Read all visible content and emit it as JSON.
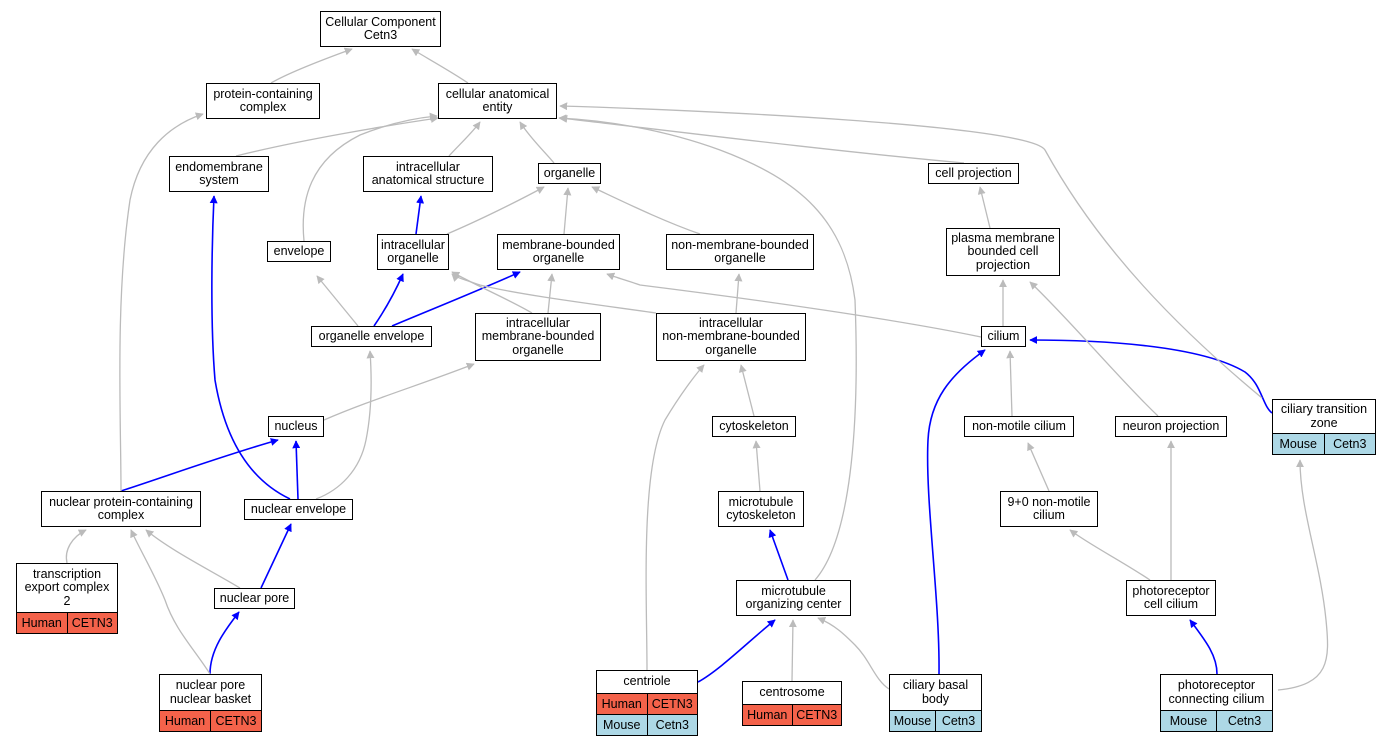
{
  "colors": {
    "direct_edge": "#0000ff",
    "isa_edge": "#bbbbbb",
    "human": "#f4624a",
    "mouse": "#add8e6"
  },
  "nodes": [
    {
      "id": "root",
      "label": "Cellular Component\nCetn3"
    },
    {
      "id": "pcc",
      "label": "protein-containing\ncomplex"
    },
    {
      "id": "cae",
      "label": "cellular anatomical\nentity"
    },
    {
      "id": "endo",
      "label": "endomembrane\nsystem"
    },
    {
      "id": "ias",
      "label": "intracellular\nanatomical structure"
    },
    {
      "id": "organelle",
      "label": "organelle"
    },
    {
      "id": "cellproj",
      "label": "cell projection"
    },
    {
      "id": "envelope",
      "label": "envelope"
    },
    {
      "id": "intorg",
      "label": "intracellular\norganelle"
    },
    {
      "id": "mbo",
      "label": "membrane-bounded\norganelle"
    },
    {
      "id": "nmbo",
      "label": "non-membrane-bounded\norganelle"
    },
    {
      "id": "pmbcp",
      "label": "plasma membrane\nbounded cell\nprojection"
    },
    {
      "id": "orgenv",
      "label": "organelle envelope"
    },
    {
      "id": "imbo",
      "label": "intracellular\nmembrane-bounded\norganelle"
    },
    {
      "id": "inmbo",
      "label": "intracellular\nnon-membrane-bounded\norganelle"
    },
    {
      "id": "cilium",
      "label": "cilium"
    },
    {
      "id": "ctz",
      "label": "ciliary transition\nzone",
      "annotations": [
        {
          "species": "Mouse",
          "gene": "Cetn3"
        }
      ]
    },
    {
      "id": "nucleus",
      "label": "nucleus"
    },
    {
      "id": "cytoskeleton",
      "label": "cytoskeleton"
    },
    {
      "id": "nmcilium",
      "label": "non-motile cilium"
    },
    {
      "id": "neuronproj",
      "label": "neuron projection"
    },
    {
      "id": "npcc",
      "label": "nuclear protein-containing\ncomplex"
    },
    {
      "id": "nucenv",
      "label": "nuclear envelope"
    },
    {
      "id": "mtcyto",
      "label": "microtubule\ncytoskeleton"
    },
    {
      "id": "ninezero",
      "label": "9+0 non-motile\ncilium"
    },
    {
      "id": "tec2",
      "label": "transcription\nexport complex\n2",
      "annotations": [
        {
          "species": "Human",
          "gene": "CETN3"
        }
      ]
    },
    {
      "id": "nucpore",
      "label": "nuclear pore"
    },
    {
      "id": "mtoc",
      "label": "microtubule\norganizing center"
    },
    {
      "id": "prcc",
      "label": "photoreceptor\ncell cilium"
    },
    {
      "id": "npnb",
      "label": "nuclear pore\nnuclear basket",
      "annotations": [
        {
          "species": "Human",
          "gene": "CETN3"
        }
      ]
    },
    {
      "id": "centriole",
      "label": "centriole",
      "annotations": [
        {
          "species": "Human",
          "gene": "CETN3"
        },
        {
          "species": "Mouse",
          "gene": "Cetn3"
        }
      ]
    },
    {
      "id": "centrosome",
      "label": "centrosome",
      "annotations": [
        {
          "species": "Human",
          "gene": "CETN3"
        }
      ]
    },
    {
      "id": "cbb",
      "label": "ciliary basal\nbody",
      "annotations": [
        {
          "species": "Mouse",
          "gene": "Cetn3"
        }
      ]
    },
    {
      "id": "prcoc",
      "label": "photoreceptor\nconnecting cilium",
      "annotations": [
        {
          "species": "Mouse",
          "gene": "Cetn3"
        }
      ]
    }
  ],
  "edges": [
    {
      "from": "pcc",
      "to": "root",
      "type": "isa"
    },
    {
      "from": "cae",
      "to": "root",
      "type": "isa"
    },
    {
      "from": "endo",
      "to": "cae",
      "type": "isa"
    },
    {
      "from": "ias",
      "to": "cae",
      "type": "isa"
    },
    {
      "from": "organelle",
      "to": "cae",
      "type": "isa"
    },
    {
      "from": "cellproj",
      "to": "cae",
      "type": "isa"
    },
    {
      "from": "envelope",
      "to": "cae",
      "type": "isa"
    },
    {
      "from": "intorg",
      "to": "ias",
      "type": "direct"
    },
    {
      "from": "intorg",
      "to": "organelle",
      "type": "isa"
    },
    {
      "from": "mbo",
      "to": "organelle",
      "type": "isa"
    },
    {
      "from": "nmbo",
      "to": "organelle",
      "type": "isa"
    },
    {
      "from": "pmbcp",
      "to": "cellproj",
      "type": "isa"
    },
    {
      "from": "orgenv",
      "to": "envelope",
      "type": "isa"
    },
    {
      "from": "orgenv",
      "to": "intorg",
      "type": "direct"
    },
    {
      "from": "orgenv",
      "to": "mbo",
      "type": "direct"
    },
    {
      "from": "imbo",
      "to": "intorg",
      "type": "isa"
    },
    {
      "from": "imbo",
      "to": "mbo",
      "type": "isa"
    },
    {
      "from": "inmbo",
      "to": "intorg",
      "type": "isa"
    },
    {
      "from": "inmbo",
      "to": "nmbo",
      "type": "isa"
    },
    {
      "from": "cilium",
      "to": "pmbcp",
      "type": "isa"
    },
    {
      "from": "cilium",
      "to": "mbo",
      "type": "isa"
    },
    {
      "from": "ctz",
      "to": "cilium",
      "type": "direct"
    },
    {
      "from": "ctz",
      "to": "cae",
      "type": "isa"
    },
    {
      "from": "nucleus",
      "to": "imbo",
      "type": "isa"
    },
    {
      "from": "cytoskeleton",
      "to": "inmbo",
      "type": "isa"
    },
    {
      "from": "nmcilium",
      "to": "cilium",
      "type": "isa"
    },
    {
      "from": "neuronproj",
      "to": "pmbcp",
      "type": "isa"
    },
    {
      "from": "npcc",
      "to": "nucleus",
      "type": "direct"
    },
    {
      "from": "npcc",
      "to": "pcc",
      "type": "isa"
    },
    {
      "from": "nucenv",
      "to": "nucleus",
      "type": "direct"
    },
    {
      "from": "nucenv",
      "to": "endo",
      "type": "direct"
    },
    {
      "from": "nucenv",
      "to": "orgenv",
      "type": "isa"
    },
    {
      "from": "mtcyto",
      "to": "cytoskeleton",
      "type": "isa"
    },
    {
      "from": "ninezero",
      "to": "nmcilium",
      "type": "isa"
    },
    {
      "from": "tec2",
      "to": "npcc",
      "type": "isa"
    },
    {
      "from": "nucpore",
      "to": "nucenv",
      "type": "direct"
    },
    {
      "from": "nucpore",
      "to": "npcc",
      "type": "isa"
    },
    {
      "from": "mtoc",
      "to": "mtcyto",
      "type": "direct"
    },
    {
      "from": "mtoc",
      "to": "cae",
      "type": "isa"
    },
    {
      "from": "prcc",
      "to": "ninezero",
      "type": "isa"
    },
    {
      "from": "prcc",
      "to": "neuronproj",
      "type": "isa"
    },
    {
      "from": "npnb",
      "to": "nucpore",
      "type": "direct"
    },
    {
      "from": "npnb",
      "to": "npcc",
      "type": "isa"
    },
    {
      "from": "centriole",
      "to": "mtoc",
      "type": "direct"
    },
    {
      "from": "centriole",
      "to": "inmbo",
      "type": "isa"
    },
    {
      "from": "centrosome",
      "to": "mtoc",
      "type": "isa"
    },
    {
      "from": "cbb",
      "to": "mtoc",
      "type": "isa"
    },
    {
      "from": "cbb",
      "to": "cilium",
      "type": "direct"
    },
    {
      "from": "prcoc",
      "to": "prcc",
      "type": "direct"
    },
    {
      "from": "prcoc",
      "to": "ctz",
      "type": "isa"
    }
  ]
}
